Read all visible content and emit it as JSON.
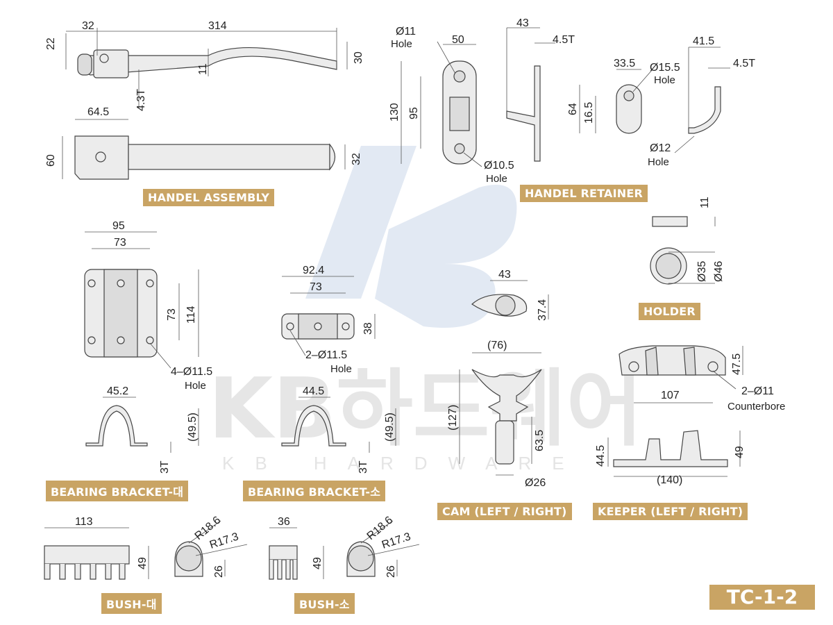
{
  "sheet_code": "TC-1-2",
  "watermark": {
    "logo": "KB",
    "brand_korean": "KB하드웨어",
    "brand_english": "KB HARDWARE"
  },
  "colors": {
    "label_background": "#c9a464",
    "label_text": "#ffffff",
    "drawing_line": "#444444",
    "watermark": "#e6e6e6",
    "logo_blue": "#dde5f1"
  },
  "parts": {
    "handel_assembly": {
      "label": "HANDEL ASSEMBLY",
      "dims": {
        "a": "22",
        "b": "32",
        "c": "314",
        "d": "30",
        "e": "11",
        "f": "4.3T",
        "g": "64.5",
        "h": "60",
        "i": "32"
      }
    },
    "handel_retainer": {
      "label": "HANDEL RETAINER",
      "dims": {
        "hole1": "Ø11",
        "hole1_note": "Hole",
        "w": "50",
        "h": "130",
        "inner": "95",
        "hole2": "Ø10.5",
        "hole2_note": "Hole",
        "side_w": "43",
        "side_t": "4.5T",
        "top_w": "33.5",
        "hole3": "Ø15.5",
        "hole3_note": "Hole",
        "h2": "64",
        "h3": "16.5",
        "side_w2": "41.5",
        "side_t2": "4.5T",
        "hole4": "Ø12",
        "hole4_note": "Hole"
      }
    },
    "holder": {
      "label": "HOLDER",
      "dims": {
        "t": "11",
        "inner": "Ø35",
        "outer": "Ø46"
      }
    },
    "bearing_plate": {
      "dims": {
        "w": "95",
        "w2": "73",
        "h2": "73",
        "h": "114",
        "hole": "4–Ø11.5",
        "hole_note": "Hole"
      }
    },
    "bearing_block": {
      "dims": {
        "w": "92.4",
        "w2": "73",
        "h": "38",
        "hole": "2–Ø11.5",
        "hole_note": "Hole"
      }
    },
    "cam_top": {
      "dims": {
        "w": "43",
        "h": "37.4"
      }
    },
    "bearing_bracket_large": {
      "label": "BEARING BRACKET-대",
      "dims": {
        "w": "45.2",
        "h": "(49.5)",
        "t": "3T"
      }
    },
    "bearing_bracket_small": {
      "label": "BEARING BRACKET-소",
      "dims": {
        "w": "44.5",
        "h": "(49.5)",
        "t": "3T"
      }
    },
    "cam": {
      "label": "CAM (LEFT / RIGHT)",
      "dims": {
        "w": "(76)",
        "h": "(127)",
        "h2": "63.5",
        "d": "Ø26"
      }
    },
    "keeper": {
      "label": "KEEPER (LEFT / RIGHT)",
      "dims": {
        "h": "47.5",
        "w": "107",
        "hole": "2–Ø11",
        "hole_note": "Counterbore",
        "h2": "44.5",
        "h3": "49",
        "w2": "(140)"
      }
    },
    "bush_large": {
      "label": "BUSH-대",
      "dims": {
        "w": "113",
        "h": "49",
        "r1": "R18.6",
        "r2": "R17.3",
        "h2": "26"
      }
    },
    "bush_small": {
      "label": "BUSH-소",
      "dims": {
        "w": "36",
        "h": "49",
        "r1": "R18.6",
        "r2": "R17.3",
        "h2": "26"
      }
    }
  }
}
